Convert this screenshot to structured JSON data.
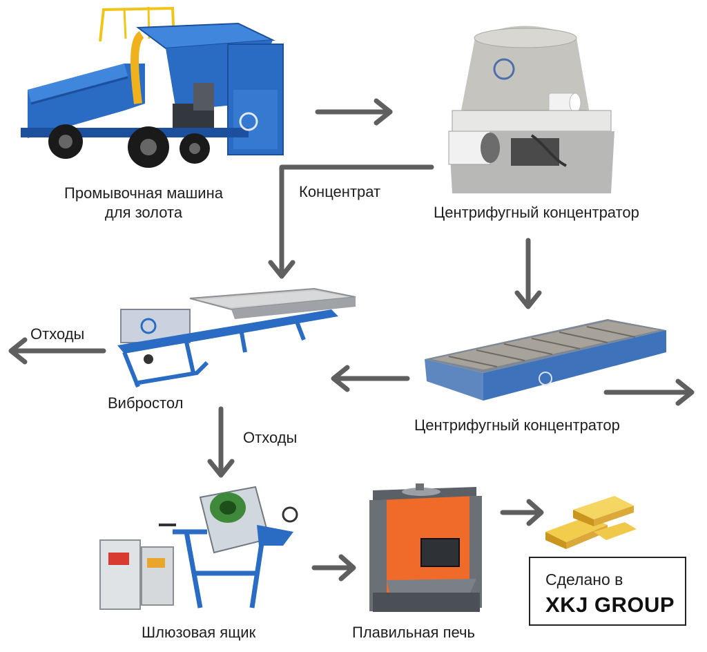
{
  "colors": {
    "arrow": "#5f5f5f",
    "machine_blue": "#2a6bc4",
    "machine_dark_blue": "#1c4f9c",
    "steel": "#b9bcc0",
    "furnace_orange": "#f06a2a",
    "gold": "#e8b52a"
  },
  "nodes": {
    "washing_machine": {
      "label_line1": "Промывочная машина",
      "label_line2": "для золота",
      "icon": "gold-washing-machine-icon"
    },
    "centrifugal_top": {
      "label": "Центрифугный концентратор",
      "icon": "centrifugal-concentrator-icon"
    },
    "shaking_table": {
      "label": "Вибростол",
      "icon": "shaking-table-icon"
    },
    "sluice_conveyor": {
      "label": "Центрифугный концентратор",
      "icon": "sluice-box-icon"
    },
    "sluice_box": {
      "label": "Шлюзовая ящик",
      "icon": "induction-melting-furnace-icon"
    },
    "smelting_furnace": {
      "label": "Плавильная печь",
      "icon": "smelting-furnace-icon"
    },
    "gold_bars": {
      "icon": "gold-bars-icon"
    }
  },
  "edges": {
    "concentrate": "Концентрат",
    "tailings_left": "Отходы",
    "tailings_down": "Отходы"
  },
  "brand": {
    "made_in": "Сделано в",
    "name": "XKJ GROUP"
  }
}
